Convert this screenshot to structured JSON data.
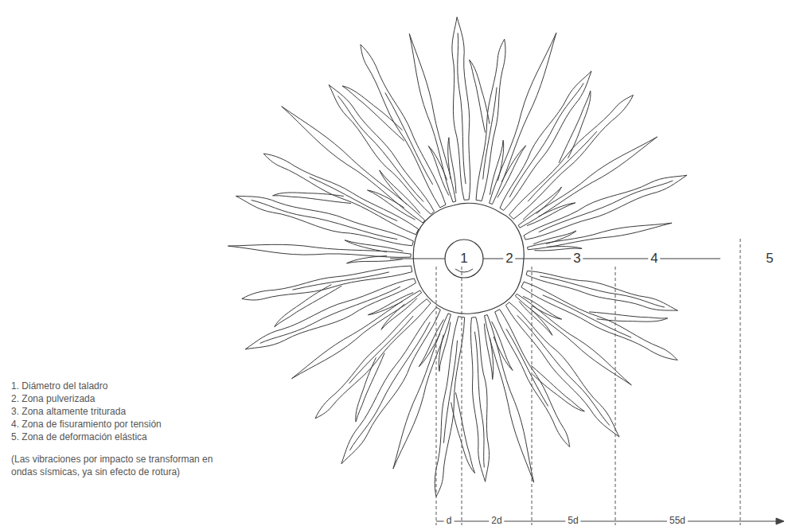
{
  "diagram": {
    "labels": [
      "1",
      "2",
      "3",
      "4",
      "5",
      "1. Diámetro del taladro",
      "2. Zona pulverizada",
      "3. Zona altamente triturada",
      "4. Zona de fisuramiento por tensión",
      "5. Zona de deformación elástica",
      "(Las vibraciones por impacto se transforman en ondas sísmicas, ya sin efecto de rotura)",
      "d",
      "2d",
      "5d",
      "55d"
    ]
  }
}
